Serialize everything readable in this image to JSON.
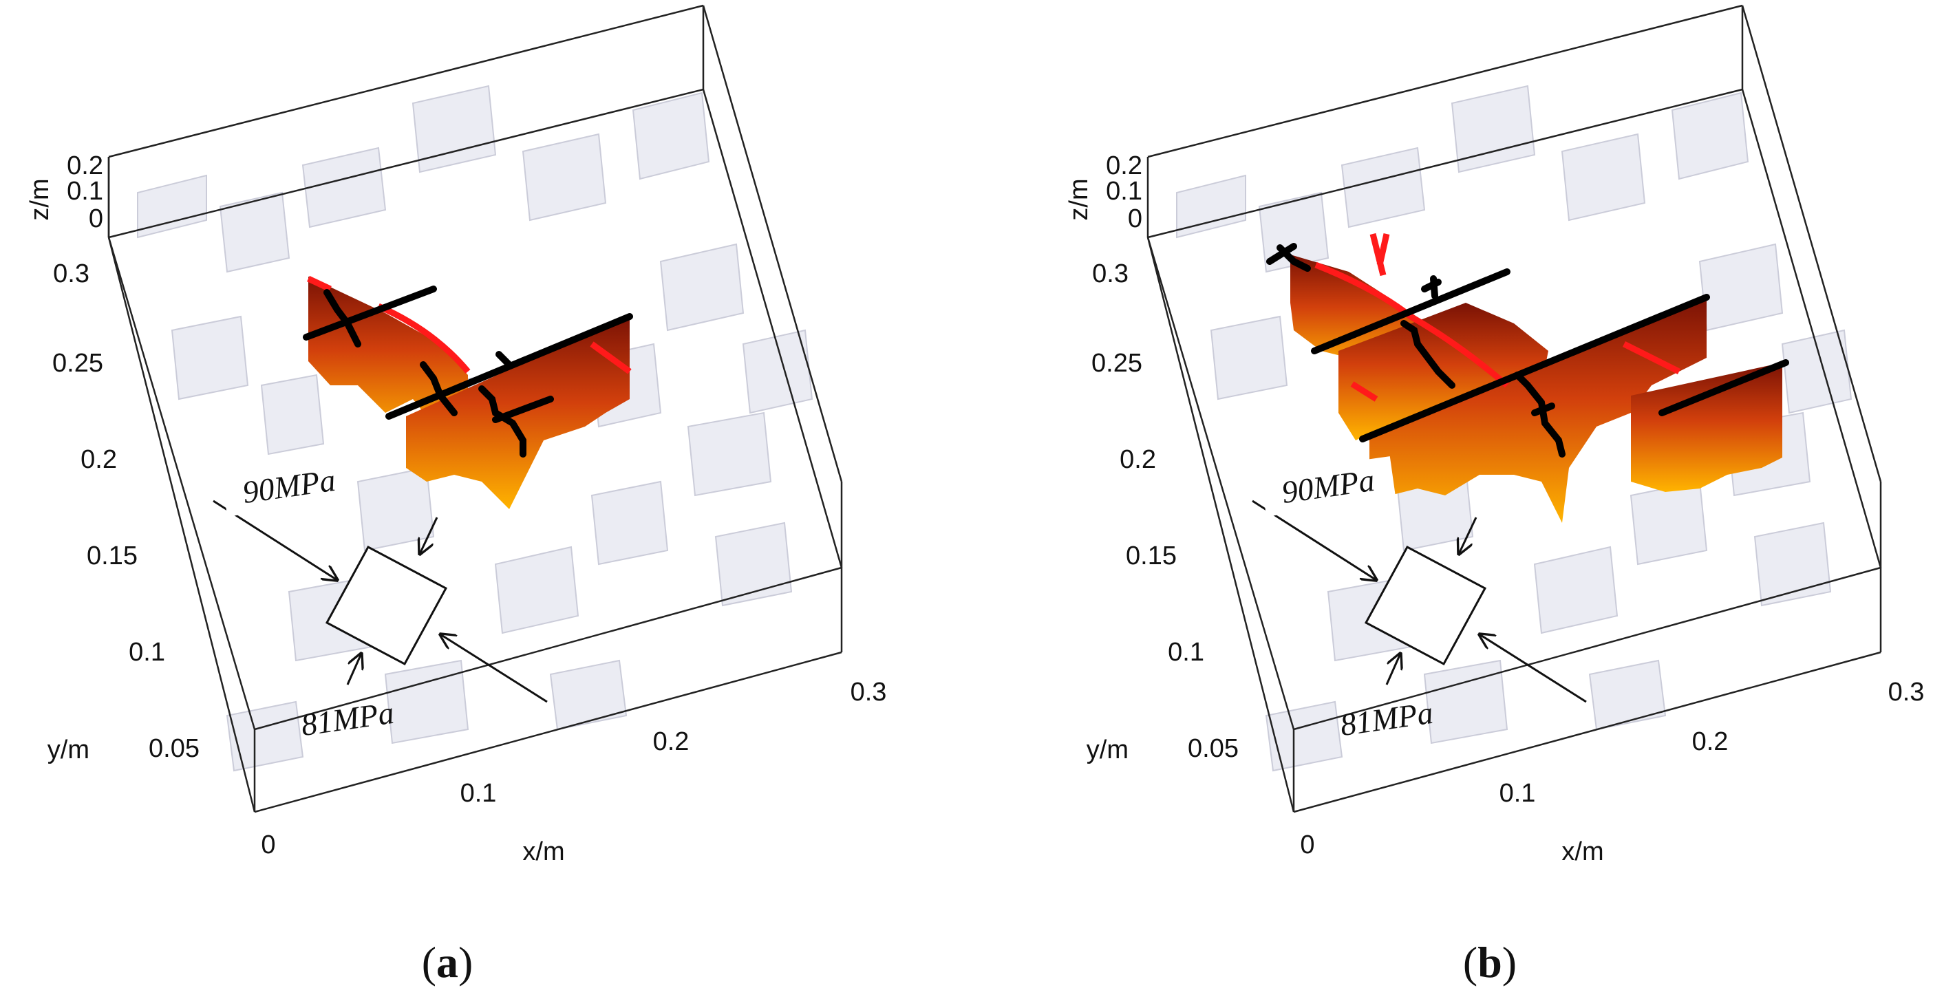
{
  "panels": [
    {
      "label_open": "(",
      "label_letter": "a",
      "label_close": ")",
      "axes": {
        "x_label": "x/m",
        "y_label": "y/m",
        "z_label": "z/m",
        "x_ticks": [
          "0",
          "0.1",
          "0.2",
          "0.3"
        ],
        "y_ticks": [
          "0.05",
          "0.1",
          "0.15",
          "0.2",
          "0.25",
          "0.3"
        ],
        "z_ticks": [
          "0",
          "0.1",
          "0.2"
        ]
      },
      "stress_max": "90MPa",
      "stress_min": "81MPa"
    },
    {
      "label_open": "(",
      "label_letter": "b",
      "label_close": ")",
      "axes": {
        "x_label": "x/m",
        "y_label": "y/m",
        "z_label": "z/m",
        "x_ticks": [
          "0",
          "0.1",
          "0.2",
          "0.3"
        ],
        "y_ticks": [
          "0.05",
          "0.1",
          "0.15",
          "0.2",
          "0.25",
          "0.3"
        ],
        "z_ticks": [
          "0",
          "0.1",
          "0.2"
        ]
      },
      "stress_max": "90MPa",
      "stress_min": "81MPa"
    }
  ],
  "colors": {
    "fracture_gradient_top": "#7a1205",
    "fracture_gradient_mid": "#d2400c",
    "fracture_gradient_bottom": "#ffb400",
    "fracture_edge_red": "#ff1a1a",
    "trace_black": "#000000",
    "faint_sheet": "#b8bcd6",
    "box_line": "#222222"
  }
}
